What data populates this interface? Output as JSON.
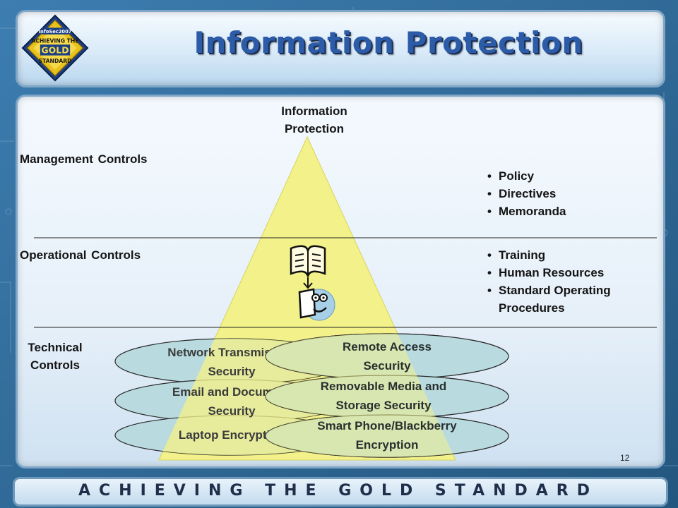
{
  "header": {
    "title": "Information Protection",
    "badge": {
      "line1": "InfoSec2007",
      "line2": "ACHIEVING THE",
      "line3": "GOLD",
      "line4": "STANDARD"
    }
  },
  "diagram": {
    "apex_label_line1": "Information",
    "apex_label_line2": "Protection",
    "levels": [
      {
        "label": "Management Controls",
        "bullets": [
          "Policy",
          "Directives",
          "Memoranda"
        ]
      },
      {
        "label": "Operational Controls",
        "bullets": [
          "Training",
          "Human Resources",
          "Standard Operating Procedures"
        ]
      },
      {
        "label_line1": "Technical",
        "label_line2": "Controls"
      }
    ],
    "left_ovals": [
      {
        "line1": "Network Transmission",
        "line2": "Security"
      },
      {
        "line1": "Email and Document",
        "line2": "Security"
      },
      {
        "line1": "Laptop Encryption",
        "line2": ""
      }
    ],
    "right_ovals": [
      {
        "line1": "Remote Access",
        "line2": "Security"
      },
      {
        "line1": "Removable Media and",
        "line2": "Storage Security"
      },
      {
        "line1": "Smart Phone/Blackberry",
        "line2": "Encryption"
      }
    ],
    "icons": [
      "book-icon",
      "person-reading-icon"
    ]
  },
  "colors": {
    "triangle": "#f3f18a",
    "oval_fill": "#b9dbe0",
    "title_blue": "#2c5ca8",
    "panel": "#e6f0f9"
  },
  "page_number": "12",
  "footer": "ACHIEVING THE GOLD STANDARD"
}
